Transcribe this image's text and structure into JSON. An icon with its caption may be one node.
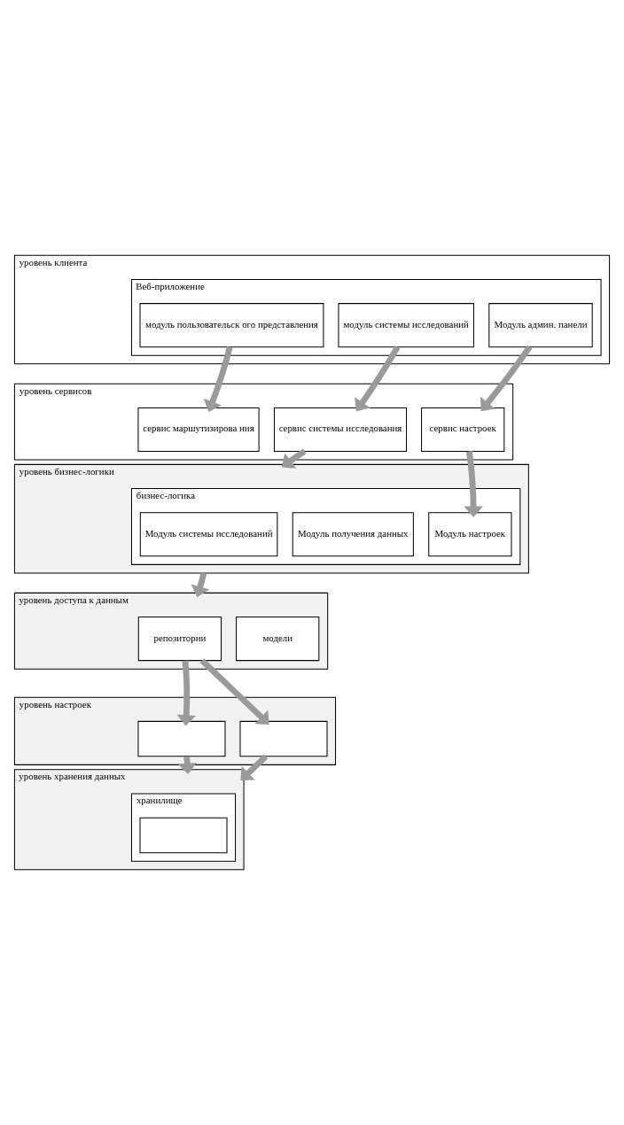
{
  "diagram": {
    "nodes": [
      {
        "text": [
          "уровень клиента"
        ]
      },
      {
        "text": [
          "Веб-приложение"
        ],
        "in": 0
      },
      {
        "text": [
          "модуль пользовательск ого представления"
        ],
        "in": 1
      },
      {
        "text": [
          "модуль системы исследований"
        ],
        "in": 1
      },
      {
        "text": [
          "Модуль админ. панели"
        ],
        "in": 1
      },
      {
        "text": [
          "уровень сервисов"
        ]
      },
      {
        "text": [
          "сервис маршутизирова ния"
        ],
        "in": 5
      },
      {
        "text": [
          "сервис системы исследования"
        ],
        "in": 5
      },
      {
        "text": [
          "сервис настроек"
        ],
        "in": 5
      },
      {
        "text": [
          "уровень бизнес-логики"
        ]
      },
      {
        "text": [
          "бизнес-логика"
        ],
        "in": 9
      },
      {
        "text": [
          "Модуль системы исследований"
        ],
        "in": 10
      },
      {
        "text": [
          "Модуль получения данных"
        ],
        "in": 10
      },
      {
        "text": [
          "Модуль настроек"
        ],
        "in": 10
      },
      {
        "text": [
          "уровень доступа к данным"
        ]
      },
      {
        "text": [
          "репозитории"
        ],
        "in": 14
      },
      {
        "text": [
          "модели"
        ],
        "in": 14
      },
      {
        "text": [
          "уровень настроек"
        ]
      },
      {
        "text": [],
        "shape": "box",
        "in": 17
      },
      {
        "text": [],
        "shape": "box",
        "in": 17
      },
      {
        "text": [
          "уровень хранения данных"
        ]
      },
      {
        "text": [
          "хранилище"
        ],
        "in": 20
      },
      {
        "text": [],
        "shape": "box",
        "in": 21
      }
    ],
    "edges": [
      {
        "from": 2,
        "to": 6,
        "arrow": "to"
      },
      {
        "from": 3,
        "to": 7,
        "arrow": "to"
      },
      {
        "from": 4,
        "to": 8,
        "arrow": "to"
      },
      {
        "from": 7,
        "to": 9,
        "arrow": "to"
      },
      {
        "from": 8,
        "to": 13,
        "arrow": "to"
      },
      {
        "from": 9,
        "to": 14,
        "arrow": "to"
      },
      {
        "from": 15,
        "to": 18,
        "arrow": "to"
      },
      {
        "from": 15,
        "to": 19,
        "arrow": "to"
      },
      {
        "from": 18,
        "to": 20,
        "arrow": "to"
      },
      {
        "from": 19,
        "to": 20,
        "arrow": "to"
      }
    ]
  }
}
